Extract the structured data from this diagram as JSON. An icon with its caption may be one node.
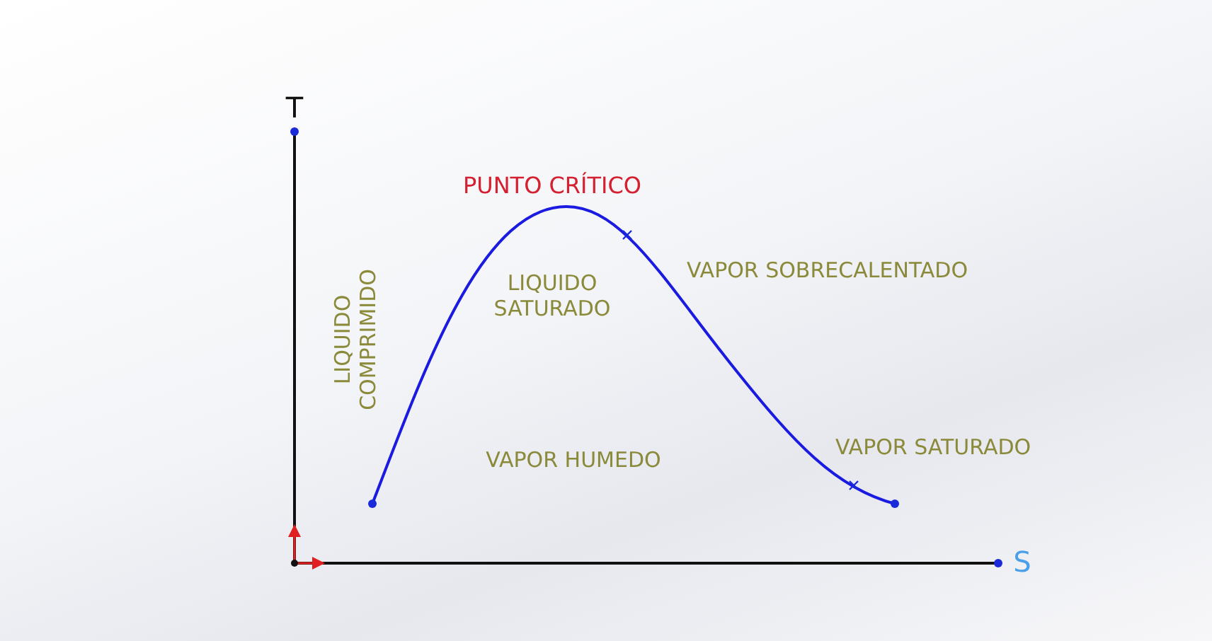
{
  "diagram": {
    "labels": [
      "T",
      "PUNTO CRÍTICO",
      "VAPOR SOBRECALENTADO",
      "LIQUIDO COMPRIMIDO",
      "LIQUIDO SATURADO",
      "VAPOR HUMEDO",
      "VAPOR SATURADO",
      "S"
    ]
  }
}
